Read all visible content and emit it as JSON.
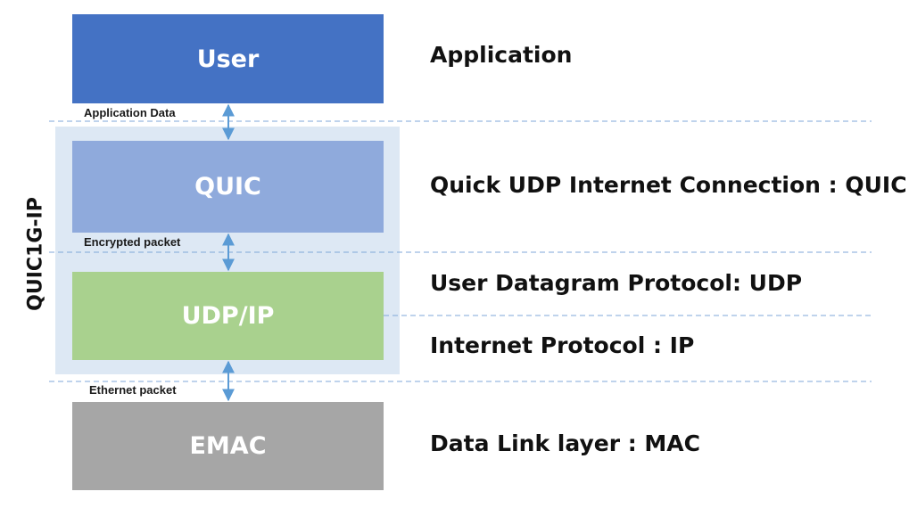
{
  "stack_label": "QUIC1G-IP",
  "layers": {
    "user": "User",
    "quic": "QUIC",
    "udp_ip": "UDP/IP",
    "emac": "EMAC"
  },
  "interfaces": {
    "application_data": "Application Data",
    "encrypted_packet": "Encrypted packet",
    "ethernet_packet": "Ethernet packet"
  },
  "descriptions": {
    "application": "Application",
    "quic": "Quick UDP Internet Connection : QUIC",
    "udp": "User Datagram Protocol: UDP",
    "ip": "Internet Protocol : IP",
    "mac": "Data Link layer : MAC"
  },
  "colors": {
    "user": "#4472c4",
    "quic": "#8faadc",
    "udp_ip": "#a9d18e",
    "emac": "#a6a6a6",
    "stack_background": "#dde8f4",
    "arrows_and_dividers": "#5b9bd5"
  }
}
